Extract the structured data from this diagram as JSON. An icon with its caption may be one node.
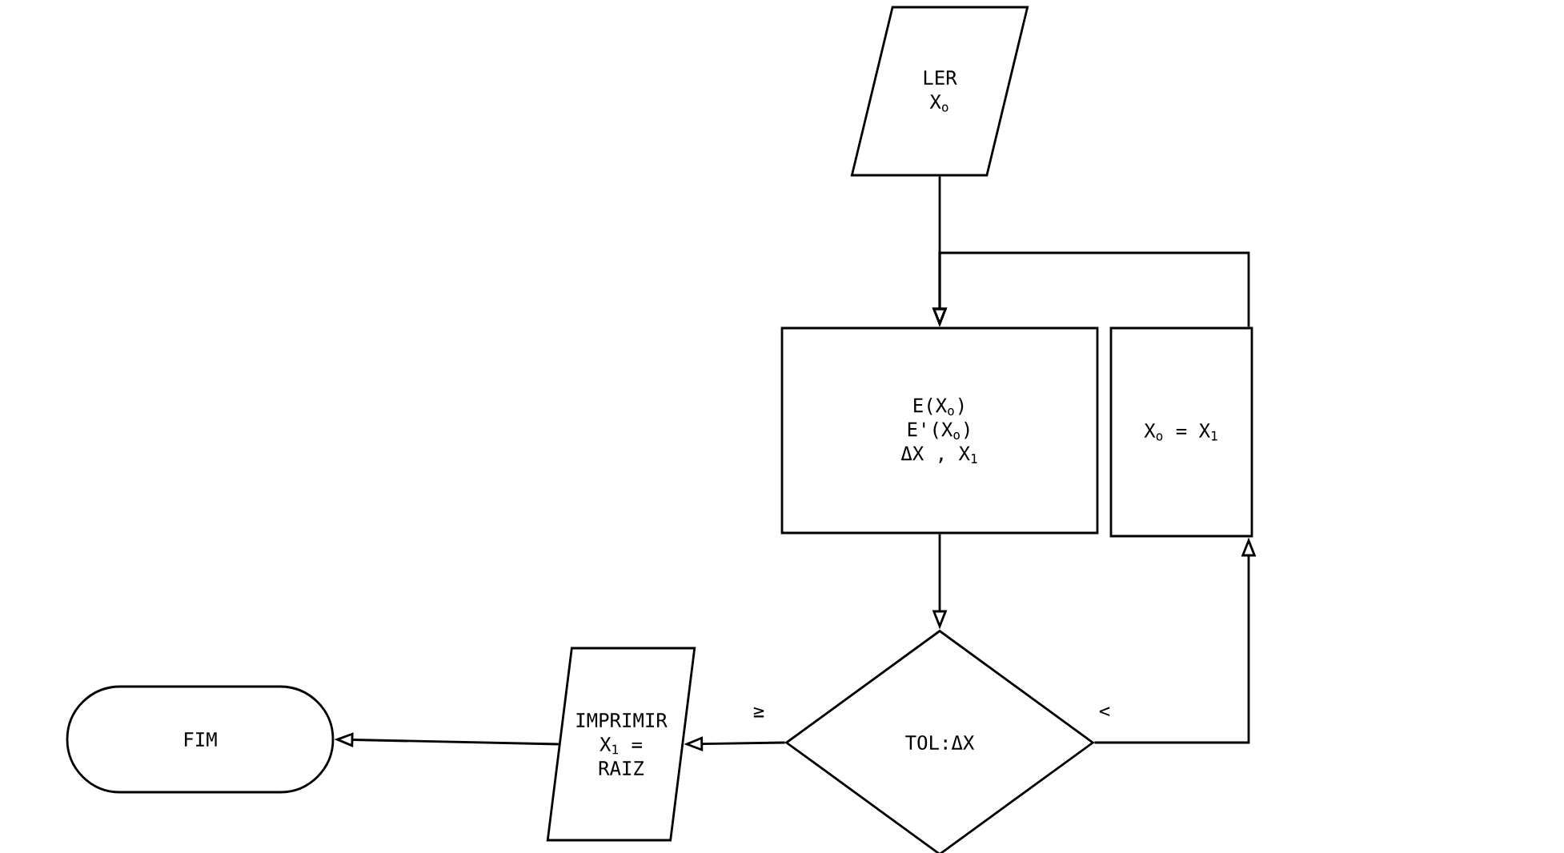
{
  "diagram": {
    "nodes": [
      {
        "text": [
          "LER",
          "X$_{o}$"
        ]
      },
      {
        "text": [
          "E(X$_{o}$)",
          "E'(X$_{o}$)",
          "ΔX , X$_{1}$"
        ]
      },
      {
        "text": [
          "TOL:ΔX"
        ]
      },
      {
        "text": [
          "X$_{o}$ = X$_{1}$"
        ]
      },
      {
        "text": [
          "IMPRIMIR",
          "X$_{1}$ =",
          "RAIZ"
        ]
      },
      {
        "text": [
          "FIM"
        ]
      }
    ],
    "edges": [
      {
        "from": 0,
        "to": 1,
        "arrow": "to"
      },
      {
        "from": 1,
        "to": 2,
        "arrow": "to"
      },
      {
        "from": 2,
        "to": 3,
        "arrow": "to",
        "label": "<"
      },
      {
        "from": 3,
        "to": 1,
        "arrow": "to"
      },
      {
        "from": 2,
        "to": 4,
        "arrow": "to",
        "label": "≥"
      },
      {
        "from": 4,
        "to": 5,
        "arrow": "to"
      }
    ]
  }
}
